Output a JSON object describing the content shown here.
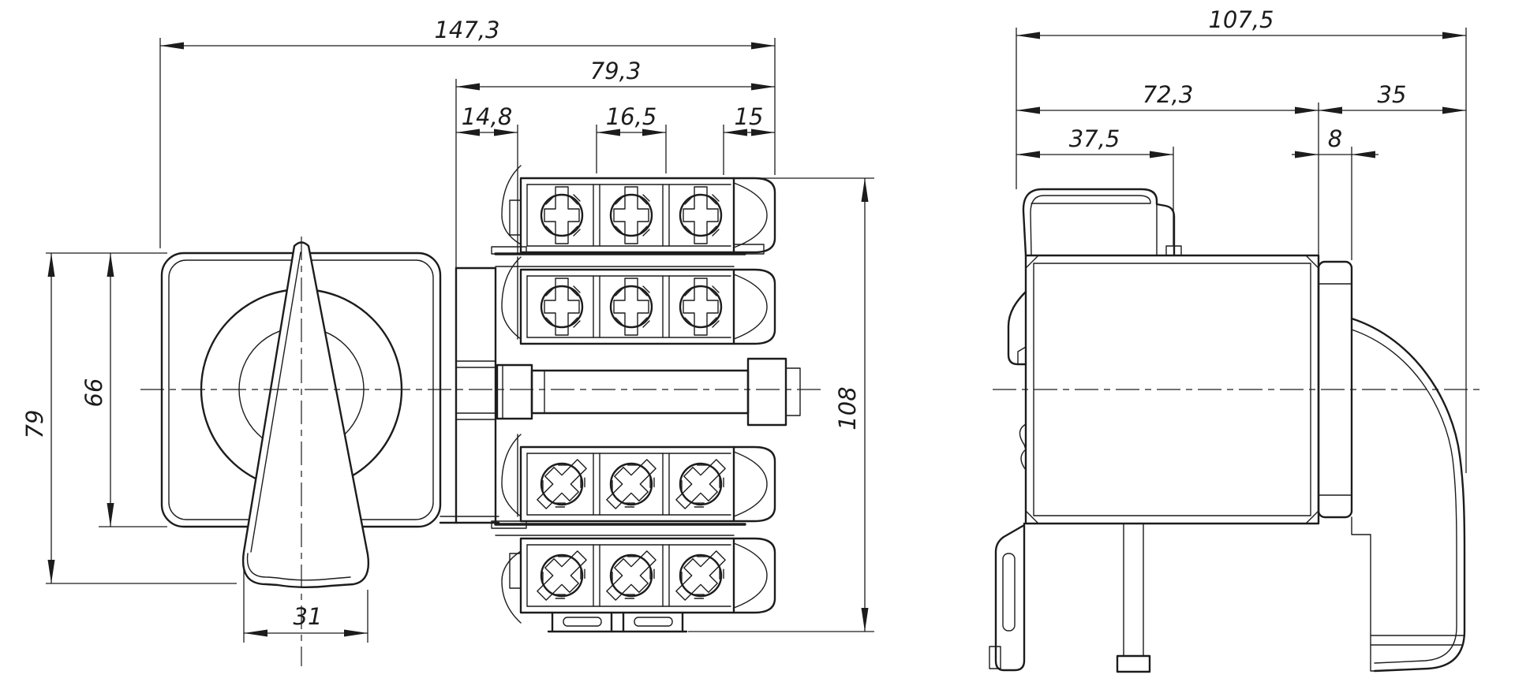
{
  "colors": {
    "ink": "#1c1c1c",
    "paper": "#ffffff"
  },
  "front_view": {
    "dims": {
      "overall_width": "147,3",
      "body_depth": "79,3",
      "terminal_front": "14,8",
      "terminal_pitch": "16,5",
      "terminal_back": "15",
      "flange_to_handle_tip": "79",
      "flange_height": "66",
      "handle_tip_width": "31",
      "body_height": "108"
    }
  },
  "side_view": {
    "dims": {
      "overall_depth": "107,5",
      "body_depth": "72,3",
      "front_assembly_depth": "35",
      "din_clip_width": "37,5",
      "flange_thickness": "8"
    }
  }
}
